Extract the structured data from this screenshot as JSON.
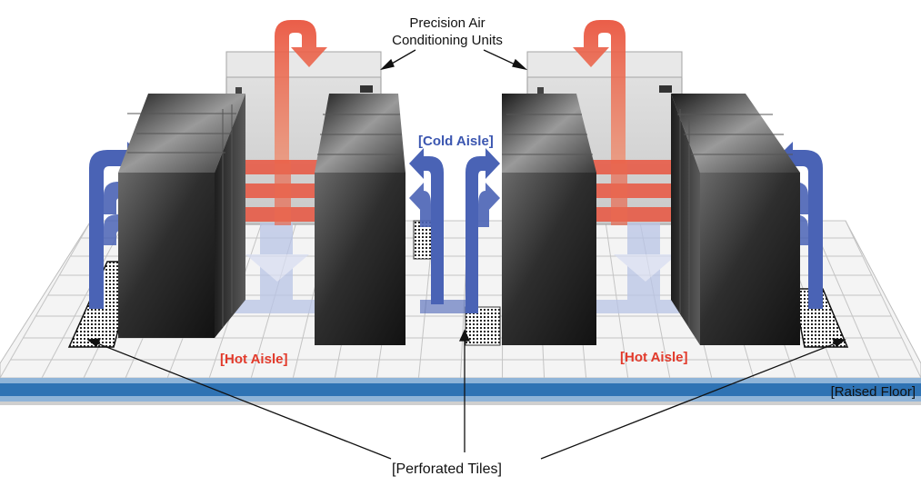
{
  "labels": {
    "crac_units": "Precision Air\nConditioning Units",
    "cold_aisle": "[Cold Aisle]",
    "hot_aisle_left": "[Hot Aisle]",
    "hot_aisle_right": "[Hot Aisle]",
    "raised_floor": "[Raised Floor]",
    "perforated_tiles": "[Perforated Tiles]"
  },
  "colors": {
    "hot_air": "#e9553f",
    "cold_air": "#4a63b5",
    "cold_air_light": "#b9c4e6",
    "label_hot": "#e23a2b",
    "label_cold": "#3b56b0",
    "floor_band": "#2f73b4"
  }
}
